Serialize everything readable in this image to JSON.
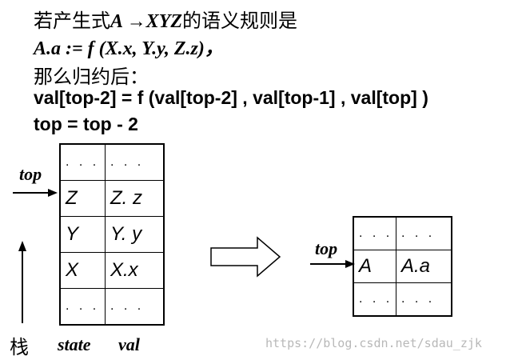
{
  "text": {
    "line1_prefix": "若产生式",
    "line1_formula": "A →XYZ",
    "line1_suffix": "的语义规则是",
    "line2": "A.a := f (X.x, Y.y, Z.z)，",
    "line3": "那么归约后：",
    "line4": "val[top-2] = f (val[top-2] , val[top-1] , val[top] )",
    "line5": "top = top - 2"
  },
  "left_stack": {
    "pointer_label": "top",
    "rows": [
      {
        "state": ". . .",
        "val": ". . ."
      },
      {
        "state": "Z",
        "val": "Z. z"
      },
      {
        "state": "Y",
        "val": "Y. y"
      },
      {
        "state": "X",
        "val": "X.x"
      },
      {
        "state": ". . .",
        "val": ". . ."
      }
    ],
    "stack_label": "栈",
    "col_labels": {
      "state": "state",
      "val": "val"
    }
  },
  "right_stack": {
    "pointer_label": "top",
    "rows": [
      {
        "state": ". . .",
        "val": ". . ."
      },
      {
        "state": "A",
        "val": "A.a"
      },
      {
        "state": ". . .",
        "val": ". . ."
      }
    ]
  },
  "watermark": "https://blog.csdn.net/sdau_zjk"
}
